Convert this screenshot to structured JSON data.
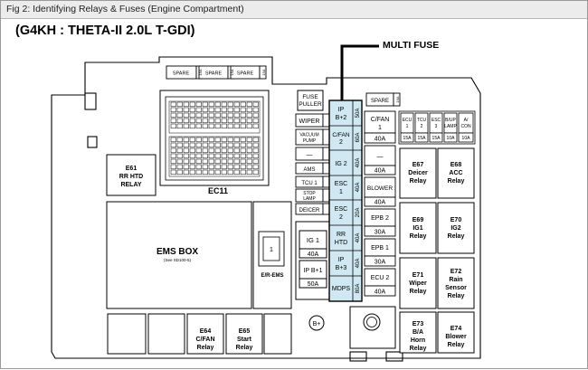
{
  "window": {
    "title": "Fig 2: Identifying Relays & Fuses (Engine Compartment)"
  },
  "diagram": {
    "heading": "(G4KH : THETA-II 2.0L T-GDI)",
    "multi_fuse_label": "MULTI FUSE",
    "spare_label": "SPARE",
    "fuse_15a": "15A",
    "connector": "EC11",
    "fuse_puller": [
      "FUSE",
      "PULLER"
    ],
    "left_column": {
      "wiper": "WIPER",
      "vacuum_pump": [
        "VACUUM",
        "PUMP"
      ],
      "ams": "AMS",
      "tcu1": "TCU 1",
      "stop_lamp": [
        "STOP",
        "LAMP"
      ],
      "deicer": "DEICER"
    },
    "mini_fuses": {
      "ig1": "IG 1",
      "ig1_amp": "40A",
      "ipb1": "IP B+1",
      "ipb1_amp": "50A"
    },
    "multi_fuses": [
      {
        "name": [
          "IP",
          "B+2"
        ],
        "amp": "50A"
      },
      {
        "name": [
          "C/FAN",
          "2"
        ],
        "amp": "60A"
      },
      {
        "name": [
          "IG 2"
        ],
        "amp": "40A"
      },
      {
        "name": [
          "ESC",
          "1"
        ],
        "amp": "40A"
      },
      {
        "name": [
          "ESC",
          "2"
        ],
        "amp": "20A"
      },
      {
        "name": [
          "RR",
          "HTD"
        ],
        "amp": "40A"
      },
      {
        "name": [
          "IP",
          "B+3"
        ],
        "amp": "40A"
      },
      {
        "name": [
          "MDPS"
        ],
        "amp": "80A"
      }
    ],
    "right_fuses": {
      "cfan1": [
        "C/FAN",
        "1"
      ],
      "amp_40a": "40A",
      "dash": "—",
      "blower": "BLOWER",
      "epb2": "EPB 2",
      "amp_30a": "30A",
      "epb1": "EPB 1",
      "ecu2": "ECU 2"
    },
    "small_fuses": [
      {
        "name": [
          "ECU",
          "1"
        ],
        "amp": "15A"
      },
      {
        "name": [
          "TCU",
          "2"
        ],
        "amp": "15A"
      },
      {
        "name": [
          "ESC",
          "3"
        ],
        "amp": "15A"
      },
      {
        "name": [
          "B/UP",
          "LAMP"
        ],
        "amp": "10A"
      },
      {
        "name": [
          "A/",
          "CON"
        ],
        "amp": "10A"
      }
    ],
    "relays": {
      "e61": [
        "E61",
        "RR HTD",
        "RELAY"
      ],
      "e67": [
        "E67",
        "Deicer",
        "Relay"
      ],
      "e68": [
        "E68",
        "ACC",
        "Relay"
      ],
      "e69": [
        "E69",
        "IG1",
        "Relay"
      ],
      "e70": [
        "E70",
        "IG2",
        "Relay"
      ],
      "e71": [
        "E71",
        "Wiper",
        "Relay"
      ],
      "e72": [
        "E72",
        "Rain",
        "Sensor",
        "Relay"
      ],
      "e73": [
        "E73",
        "B/A",
        "Horn",
        "Relay"
      ],
      "e74": [
        "E74",
        "Blower",
        "Relay"
      ],
      "e64": [
        "E64",
        "C/FAN",
        "Relay"
      ],
      "e65": [
        "E65",
        "Start",
        "Relay"
      ]
    },
    "ems_box": "EMS BOX",
    "ems_box_ref": "(See SD100-5)",
    "er_ems_num": "1",
    "er_ems": "E/R-EMS",
    "b_plus": "B+"
  }
}
